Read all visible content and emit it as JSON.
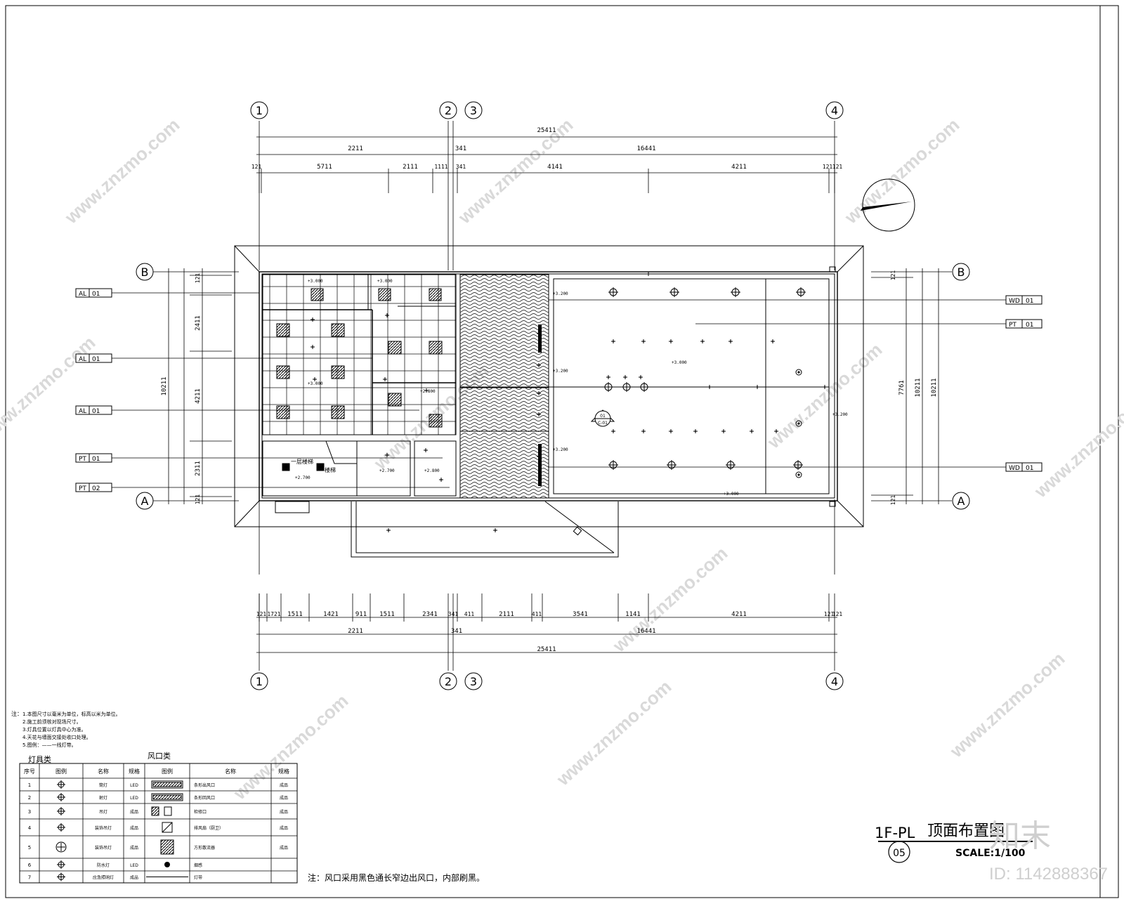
{
  "sheet": {
    "drawing_number": "1F-PL",
    "title": "顶面布置图",
    "sheet_no": "05",
    "scale": "SCALE:1/100"
  },
  "grid_axes": {
    "columns": [
      "1",
      "2",
      "3",
      "4"
    ],
    "rows": [
      "B",
      "A"
    ]
  },
  "dimensions": {
    "top_total": "25411",
    "top_mid": [
      "2211",
      "341",
      "16441"
    ],
    "top_detail": [
      "121",
      "5711",
      "2111",
      "1111",
      "341",
      "4141",
      "4211",
      "121",
      "121"
    ],
    "bottom_detail": [
      "121",
      "1721",
      "1511",
      "1421",
      "911",
      "1511",
      "2341",
      "341",
      "411",
      "2111",
      "411",
      "3541",
      "1141",
      "4211",
      "121",
      "121"
    ],
    "bottom_mid": [
      "2211",
      "341",
      "16441"
    ],
    "bottom_total": "25411",
    "left": [
      "121",
      "2411",
      "4211",
      "2311",
      "121"
    ],
    "left_total": "10211",
    "right": [
      "121",
      "7761",
      "121"
    ],
    "right_total": "10211"
  },
  "material_tags": {
    "left": [
      {
        "code": "AL",
        "num": "01"
      },
      {
        "code": "AL",
        "num": "01"
      },
      {
        "code": "AL",
        "num": "01"
      },
      {
        "code": "PT",
        "num": "01"
      },
      {
        "code": "PT",
        "num": "02"
      }
    ],
    "right": [
      {
        "code": "WD",
        "num": "01"
      },
      {
        "code": "PT",
        "num": "01"
      },
      {
        "code": "WD",
        "num": "01"
      }
    ]
  },
  "section_marker": {
    "top": "01",
    "bottom": "C-01"
  },
  "plan_labels": {
    "stair": "一层楼梯",
    "stair2": "楼梯"
  },
  "elevations": [
    "+3.000",
    "+3.000",
    "+3.000",
    "+2.800",
    "+2.700",
    "+2.700",
    "+2.800",
    "+3.200",
    "+3.200",
    "+3.200",
    "+3.000",
    "+3.000",
    "+3.200"
  ],
  "notes_title": "注：",
  "notes": [
    "1.本图尺寸以毫米为单位，标高以米为单位。",
    "2.施工前须核对现场尺寸。",
    "3.灯具位置以灯具中心为准。",
    "4.天花与墙面交接处收口处理。",
    "5.图例：——一线灯带。"
  ],
  "legend": {
    "group_left": "灯具类",
    "group_right": "风口类",
    "headers": [
      "序号",
      "图例",
      "名称",
      "规格",
      "图例",
      "名称",
      "规格"
    ],
    "rows": [
      {
        "no": "1",
        "name": "筒灯",
        "spec": "LED",
        "name2": "条形出风口",
        "spec2": "成品"
      },
      {
        "no": "2",
        "name": "射灯",
        "spec": "LED",
        "name2": "条形回风口",
        "spec2": "成品"
      },
      {
        "no": "3",
        "name": "吊灯",
        "spec": "成品",
        "name2": "检修口",
        "spec2": "成品"
      },
      {
        "no": "4",
        "name": "装饰吊灯",
        "spec": "成品",
        "name2": "排风扇（厨卫）",
        "spec2": "成品"
      },
      {
        "no": "5",
        "name": "装饰吊灯",
        "spec": "成品",
        "name2": "方形散流器",
        "spec2": "成品"
      },
      {
        "no": "6",
        "name": "防水灯",
        "spec": "LED",
        "name2": "烟感",
        "spec2": ""
      },
      {
        "no": "7",
        "name": "应急照明灯",
        "spec": "成品",
        "name2": "灯带",
        "spec2": ""
      }
    ]
  },
  "footnote": "注：风口采用黑色通长窄边出风口，内部刷黑。",
  "watermark": {
    "brand": "知末",
    "id": "ID: 1142888367",
    "site": "www.znzmo.com"
  }
}
